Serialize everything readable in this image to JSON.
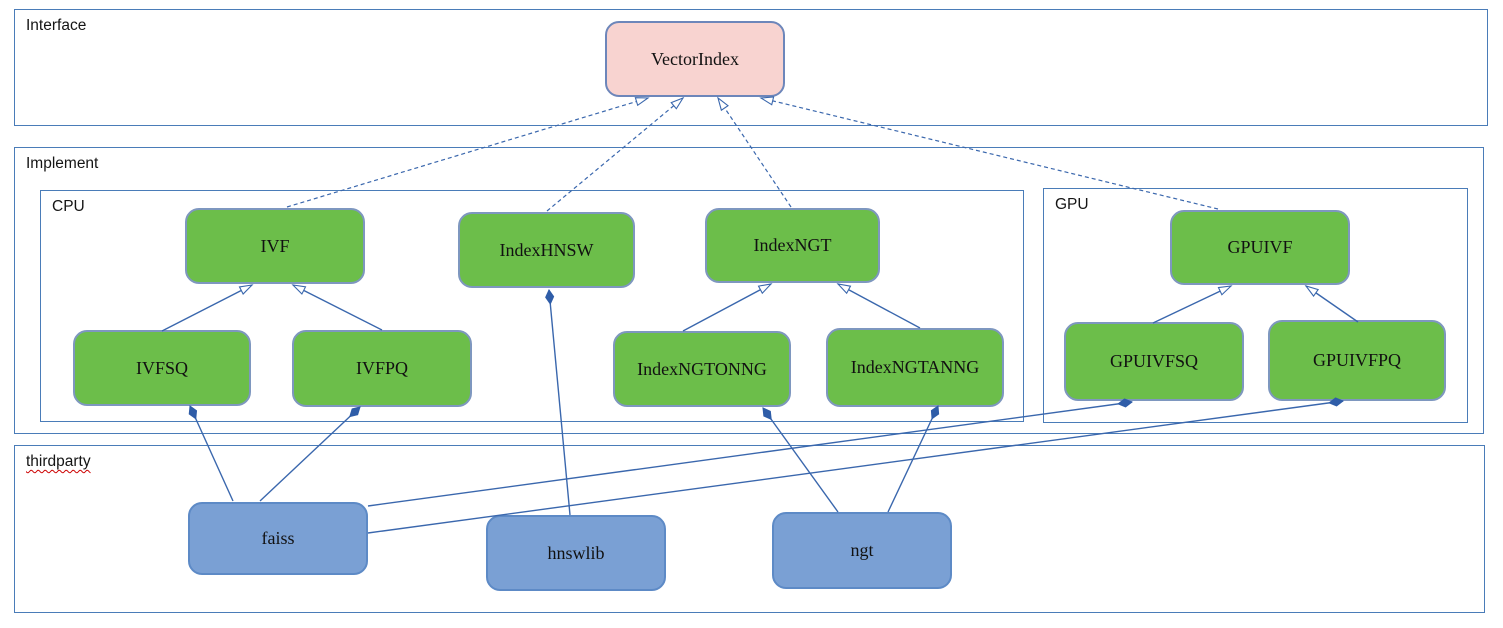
{
  "containers": {
    "interface": {
      "label": "Interface"
    },
    "implement": {
      "label": "Implement"
    },
    "cpu": {
      "label": "CPU"
    },
    "gpu": {
      "label": "GPU"
    },
    "thirdparty": {
      "label": "thirdparty"
    }
  },
  "nodes": {
    "vectorindex": {
      "label": "VectorIndex",
      "group": "interface"
    },
    "ivf": {
      "label": "IVF",
      "group": "cpu"
    },
    "indexhnsw": {
      "label": "IndexHNSW",
      "group": "cpu"
    },
    "indexngt": {
      "label": "IndexNGT",
      "group": "cpu"
    },
    "ivfsq": {
      "label": "IVFSQ",
      "group": "cpu"
    },
    "ivfpq": {
      "label": "IVFPQ",
      "group": "cpu"
    },
    "indexngtonng": {
      "label": "IndexNGTONNG",
      "group": "cpu"
    },
    "indexngtanng": {
      "label": "IndexNGTANNG",
      "group": "cpu"
    },
    "gpuivf": {
      "label": "GPUIVF",
      "group": "gpu"
    },
    "gpuivfsq": {
      "label": "GPUIVFSQ",
      "group": "gpu"
    },
    "gpuivfpq": {
      "label": "GPUIVFPQ",
      "group": "gpu"
    },
    "faiss": {
      "label": "faiss",
      "group": "thirdparty"
    },
    "hnswlib": {
      "label": "hnswlib",
      "group": "thirdparty"
    },
    "ngt": {
      "label": "ngt",
      "group": "thirdparty"
    }
  },
  "edges": [
    {
      "from": "IVF",
      "to": "VectorIndex",
      "relation": "realizes",
      "style": "dashed-open-arrow"
    },
    {
      "from": "IndexHNSW",
      "to": "VectorIndex",
      "relation": "realizes",
      "style": "dashed-open-arrow"
    },
    {
      "from": "IndexNGT",
      "to": "VectorIndex",
      "relation": "realizes",
      "style": "dashed-open-arrow"
    },
    {
      "from": "GPUIVF",
      "to": "VectorIndex",
      "relation": "realizes",
      "style": "dashed-open-arrow"
    },
    {
      "from": "IVFSQ",
      "to": "IVF",
      "relation": "extends",
      "style": "solid-open-arrow"
    },
    {
      "from": "IVFPQ",
      "to": "IVF",
      "relation": "extends",
      "style": "solid-open-arrow"
    },
    {
      "from": "IndexNGTONNG",
      "to": "IndexNGT",
      "relation": "extends",
      "style": "solid-open-arrow"
    },
    {
      "from": "IndexNGTANNG",
      "to": "IndexNGT",
      "relation": "extends",
      "style": "solid-open-arrow"
    },
    {
      "from": "GPUIVFSQ",
      "to": "GPUIVF",
      "relation": "extends",
      "style": "solid-open-arrow"
    },
    {
      "from": "GPUIVFPQ",
      "to": "GPUIVF",
      "relation": "extends",
      "style": "solid-open-arrow"
    },
    {
      "from": "faiss",
      "to": "IVFSQ",
      "relation": "composition",
      "style": "solid-filled-diamond"
    },
    {
      "from": "faiss",
      "to": "IVFPQ",
      "relation": "composition",
      "style": "solid-filled-diamond"
    },
    {
      "from": "faiss",
      "to": "GPUIVFSQ",
      "relation": "composition",
      "style": "solid-filled-diamond"
    },
    {
      "from": "faiss",
      "to": "GPUIVFPQ",
      "relation": "composition",
      "style": "solid-filled-diamond"
    },
    {
      "from": "hnswlib",
      "to": "IndexHNSW",
      "relation": "composition",
      "style": "solid-filled-diamond"
    },
    {
      "from": "ngt",
      "to": "IndexNGTONNG",
      "relation": "composition",
      "style": "solid-filled-diamond"
    },
    {
      "from": "ngt",
      "to": "IndexNGTANNG",
      "relation": "composition",
      "style": "solid-filled-diamond"
    }
  ],
  "colors": {
    "interface_node_fill": "#f8d3d0",
    "implement_node_fill": "#6cbe4a",
    "thirdparty_node_fill": "#7aa0d4",
    "edge_line": "#3a67ad",
    "container_border": "#4a7cb8",
    "spellcheck_underline": "#cc0000"
  }
}
